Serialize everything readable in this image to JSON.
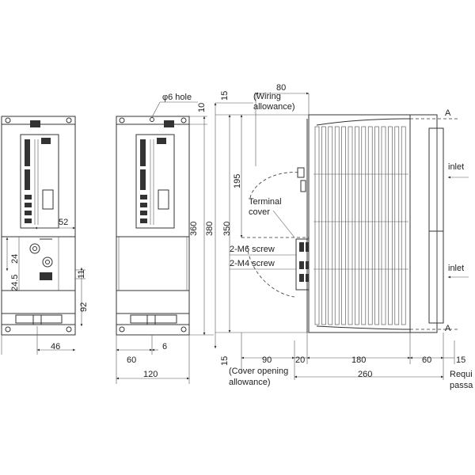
{
  "diagram": {
    "front_view": {
      "dims": [
        "52",
        "24",
        "24.5",
        "11",
        "92",
        "46",
        "360"
      ]
    },
    "side_view": {
      "hole_label": "φ6 hole",
      "dims": [
        "10",
        "60",
        "6",
        "120"
      ]
    },
    "depth_view": {
      "wiring_allowance_dim": "80",
      "wiring_allowance_label": [
        "(Wiring",
        "allowance)"
      ],
      "dims": [
        "15",
        "195",
        "350",
        "380",
        "15",
        "90",
        "20",
        "180",
        "60",
        "15",
        "260"
      ],
      "labels": {
        "terminal_cover": [
          "Terminal",
          "cover"
        ],
        "m6_screw": "2-M6 screw",
        "m4_screw": "2-M4 screw",
        "cover_opening": [
          "(Cover opening",
          "allowance)"
        ],
        "inlet_upper": "inlet",
        "inlet_lower": "inlet",
        "section_a_top": "A",
        "section_a_bottom": "A",
        "required_passage": [
          "Requi",
          "passa"
        ]
      }
    }
  }
}
